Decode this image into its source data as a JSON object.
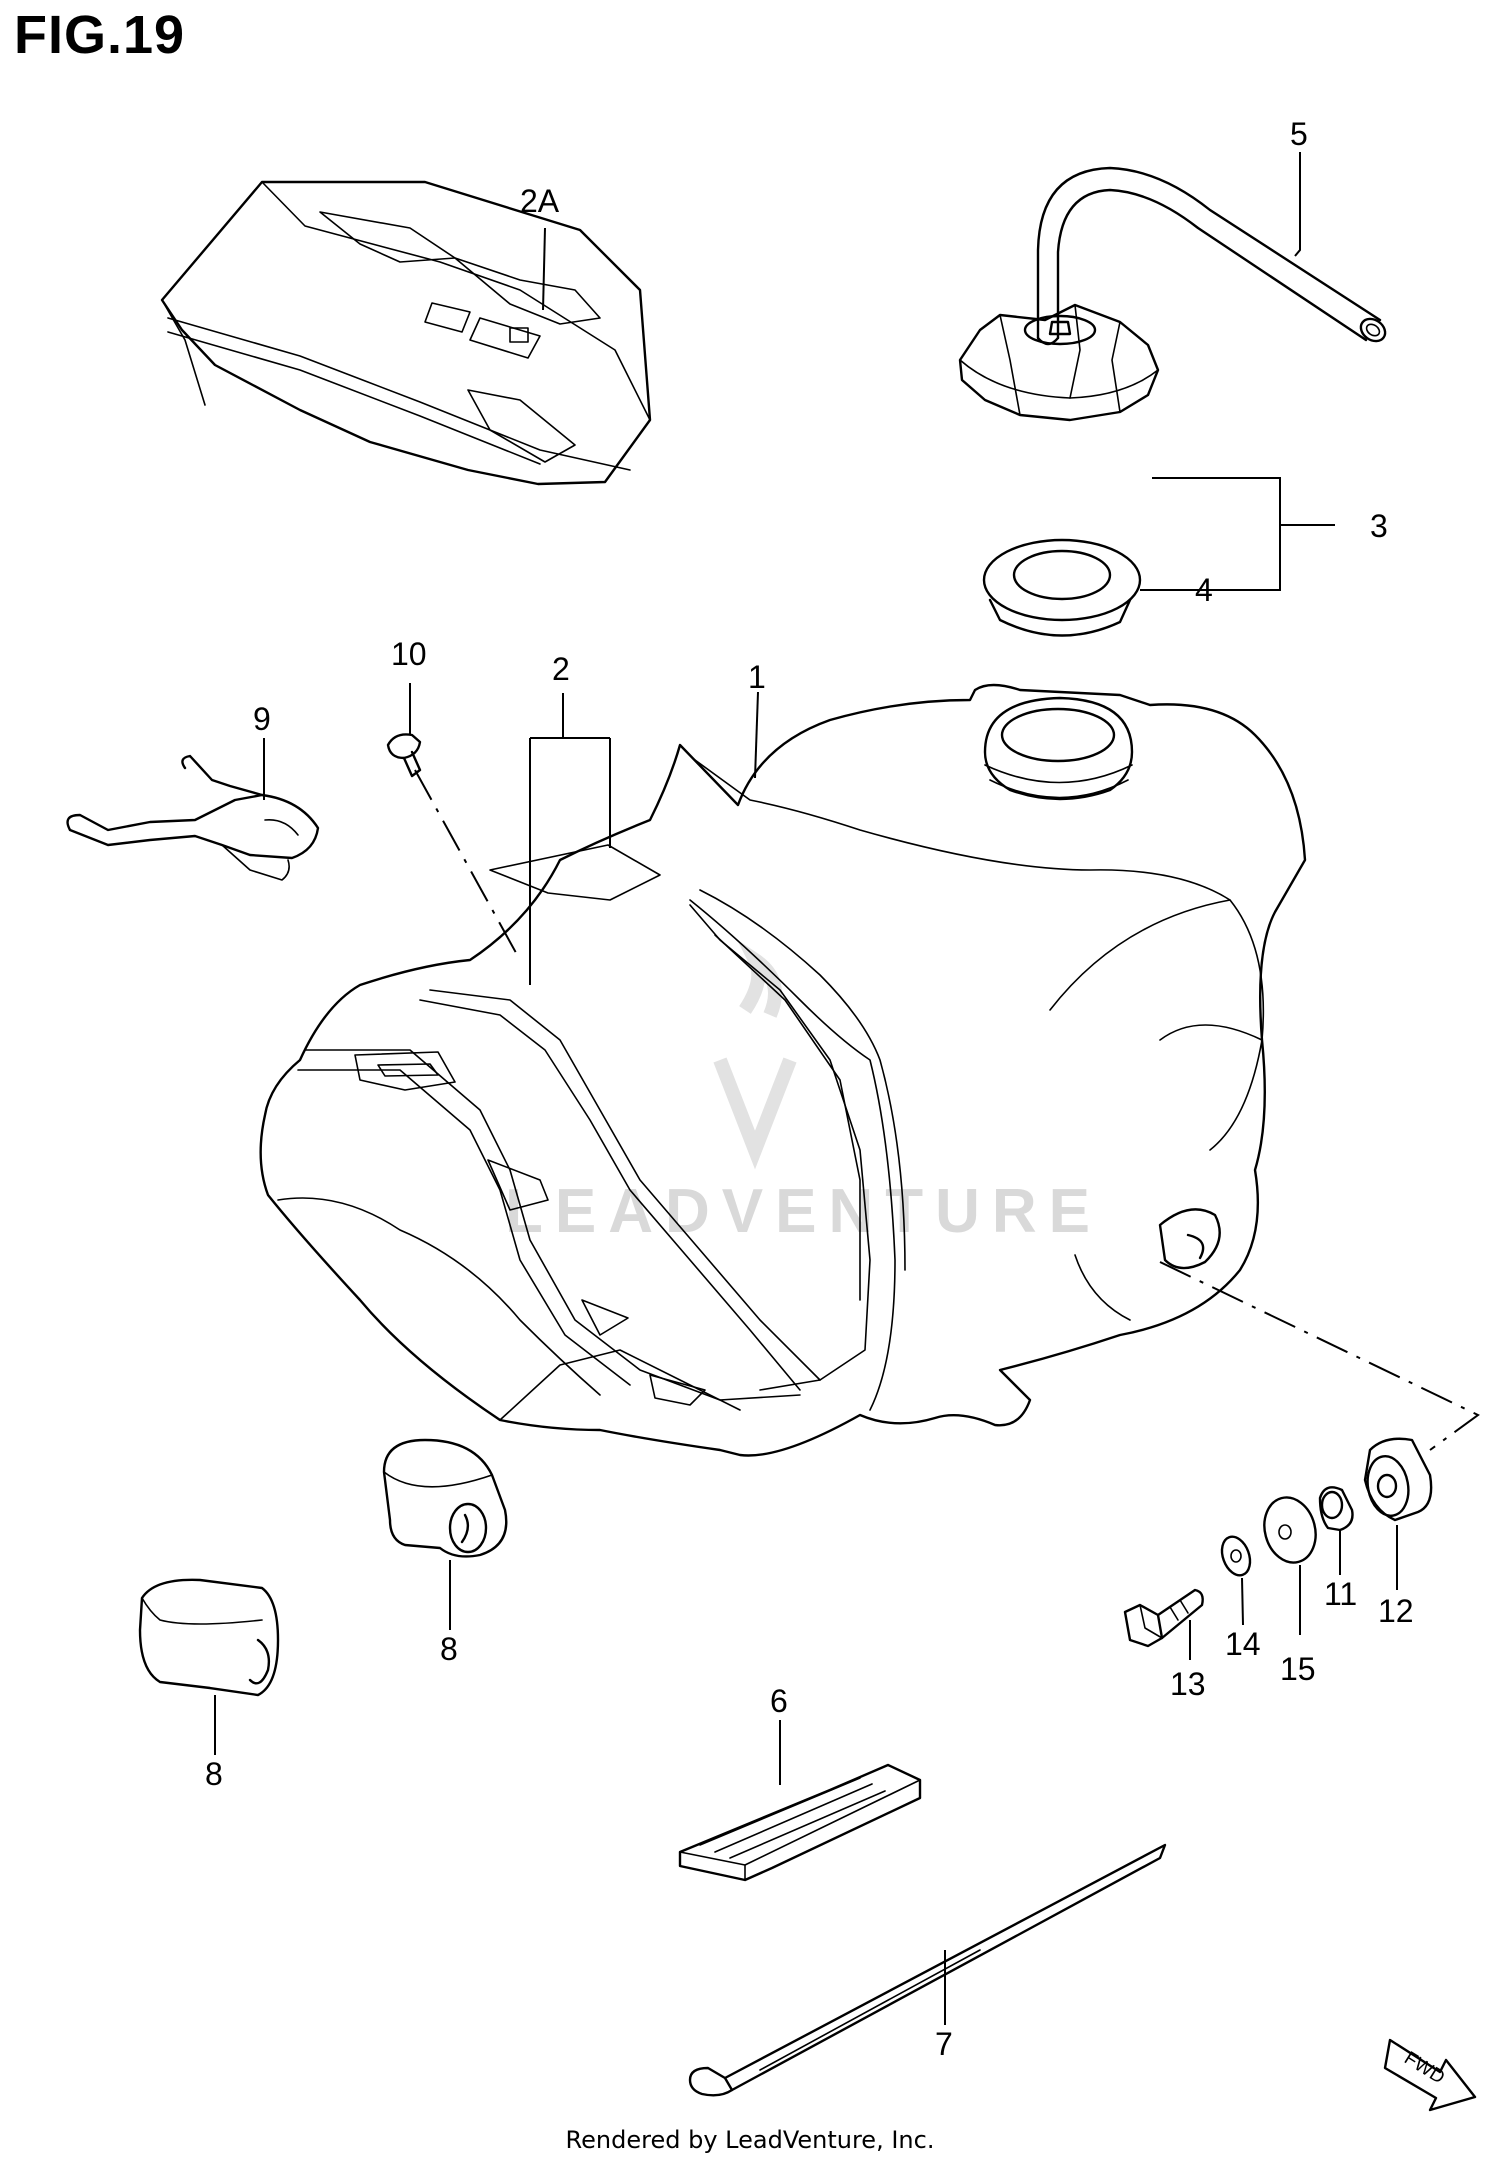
{
  "figure": {
    "title": "FIG.19"
  },
  "watermark": {
    "text": "LEADVENTURE"
  },
  "parts": [
    {
      "ref": "1"
    },
    {
      "ref": "2"
    },
    {
      "ref": "2A"
    },
    {
      "ref": "3"
    },
    {
      "ref": "4"
    },
    {
      "ref": "5"
    },
    {
      "ref": "6"
    },
    {
      "ref": "7"
    },
    {
      "ref": "8"
    },
    {
      "ref": "8"
    },
    {
      "ref": "9"
    },
    {
      "ref": "10"
    },
    {
      "ref": "11"
    },
    {
      "ref": "12"
    },
    {
      "ref": "13"
    },
    {
      "ref": "14"
    },
    {
      "ref": "15"
    }
  ],
  "direction_badge": {
    "text": "FWD"
  },
  "footer": {
    "text": "Rendered by LeadVenture, Inc."
  }
}
